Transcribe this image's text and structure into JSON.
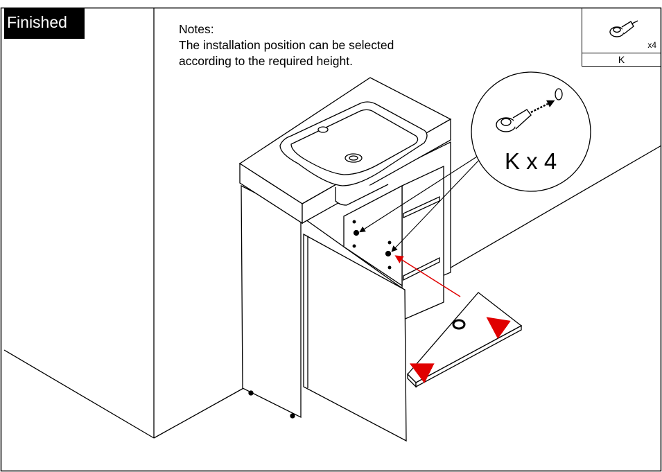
{
  "badge": {
    "label": "Finished"
  },
  "notes": {
    "heading": "Notes:",
    "line1": "The installation position can be selected",
    "line2": "according to the required height."
  },
  "parts": {
    "qty": "x4",
    "code": "K"
  },
  "callout": {
    "text": "K x 4"
  },
  "colors": {
    "ink": "#000000",
    "arrow": "#e00000",
    "background": "#ffffff"
  },
  "icons": {
    "part_icon": "cabinet-connector-icon"
  }
}
